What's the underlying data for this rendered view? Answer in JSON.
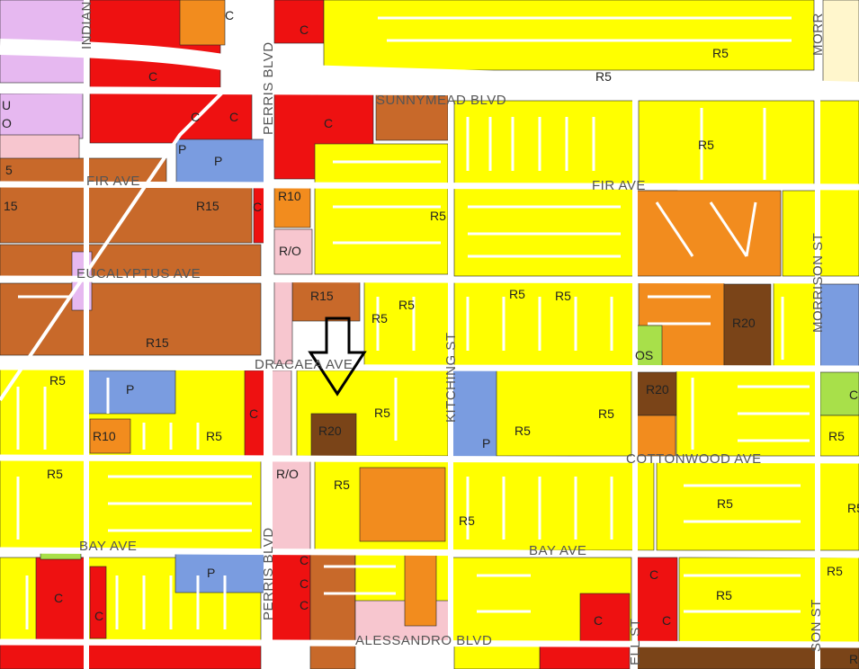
{
  "colors": {
    "R5": "#ffff00",
    "R10": "#f28c1e",
    "R15": "#c8692a",
    "R20": "#7a4418",
    "C": "#ee1111",
    "P": "#7a9ce0",
    "OS": "#a8e04a",
    "R_O": "#f7c6cf",
    "BP": "#e6b8f0",
    "LOW": "#fff6cc",
    "street": "#ffffff",
    "outline": "#222222",
    "arrow": "#000000"
  },
  "streets": {
    "sunnymead": "SUNNYMEAD BLVD",
    "fir_west": "FIR AVE",
    "fir_east": "FIR AVE",
    "eucalyptus": "EUCALYPTUS AVE",
    "dracaea": "DRACAEA AVE",
    "cottonwood": "COTTONWOOD AVE",
    "bay_west": "BAY AVE",
    "bay_east": "BAY AVE",
    "alessandro": "ALESSANDRO BLVD",
    "perris_n": "PERRIS BLVD",
    "perris_s": "PERRIS BLVD",
    "kitching": "KITCHING ST",
    "morrison": "MORRISON ST",
    "indian": "INDIAN",
    "morr_top": "MORR",
    "elsworth": "ELL ST",
    "son_st": "SON ST"
  },
  "zones": {
    "c1": "C",
    "c2": "C",
    "c3": "C",
    "c4": "C",
    "c5": "C",
    "c6": "C",
    "c7": "C",
    "c8": "C",
    "c9": "C",
    "c10": "C",
    "c11": "C",
    "c12": "C",
    "c13": "C",
    "c14": "C",
    "c15": "C",
    "c16": "C",
    "p1": "P",
    "p2": "P",
    "p3": "P",
    "p4": "P",
    "r5_1": "R5",
    "r5_2": "R5",
    "r5_3": "R5",
    "r5_4": "R5",
    "r5_5": "R5",
    "r5_6": "R5",
    "r5_7": "R5",
    "r5_8": "R5",
    "r5_9": "R5",
    "r5_10": "R5",
    "r5_11": "R5",
    "r5_12": "R5",
    "r5_13": "R5",
    "r5_14": "R5",
    "r5_15": "R5",
    "r5_16": "R5",
    "r5_17": "R5",
    "r5_18": "R5",
    "r5_19": "R5",
    "r5_20": "R5",
    "r5_21": "R5",
    "r5_22": "R5",
    "r5_23": "R5",
    "r10_1": "R10",
    "r10_2": "R10",
    "r15_1": "R15",
    "r15_2": "R15",
    "r15_3": "R15",
    "r15_4": "5",
    "r15_5": "15",
    "r15_6": "5",
    "r20_1": "R20",
    "r20_2": "R20",
    "r20_3": "R20",
    "r20_4": "R",
    "ro1": "R/O",
    "ro2": "R/O",
    "os1": "OS",
    "u1": "U",
    "o1": "O",
    "c_edge": "C",
    "r_edge": "R"
  }
}
